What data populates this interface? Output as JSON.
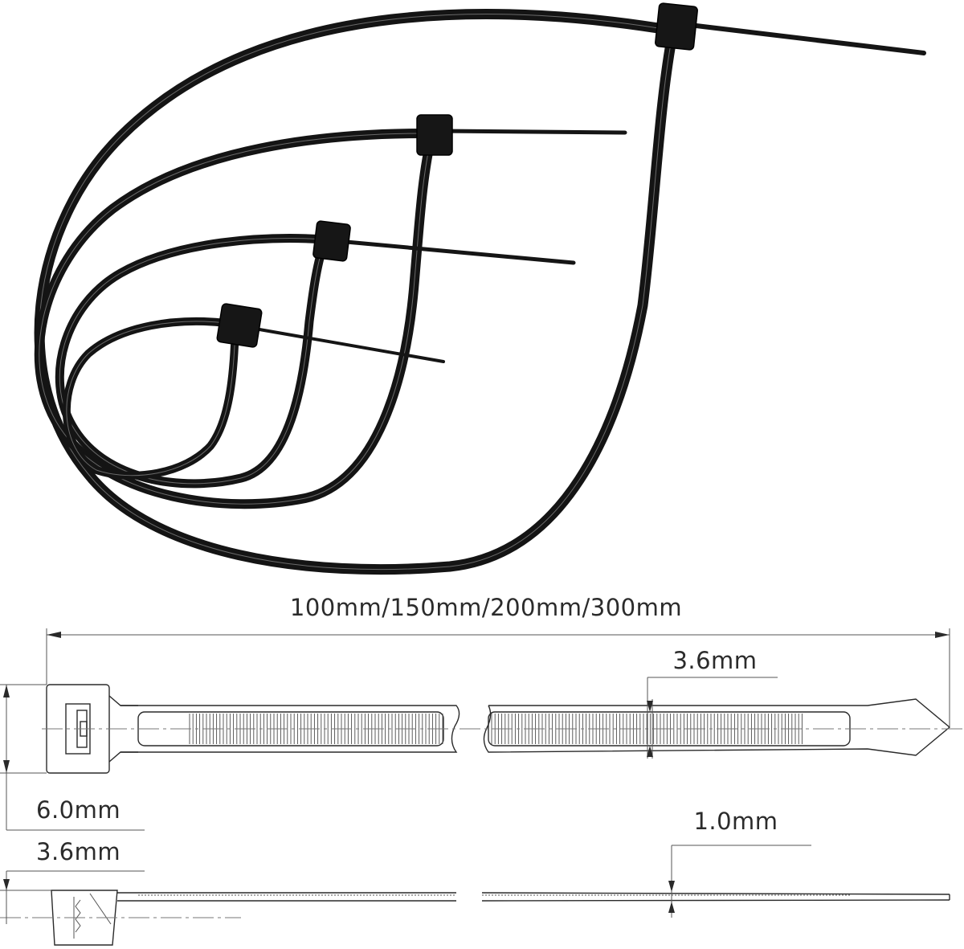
{
  "dimensions": {
    "lengths": "100mm/150mm/200mm/300mm",
    "tooth_pitch_width": "3.6mm",
    "tie_width": "6.0mm",
    "head_height": "3.6mm",
    "strap_thickness": "1.0mm"
  },
  "colors": {
    "tie": "#141414",
    "drawing_line": "#2a2a2a",
    "text": "#2b2b2b"
  }
}
